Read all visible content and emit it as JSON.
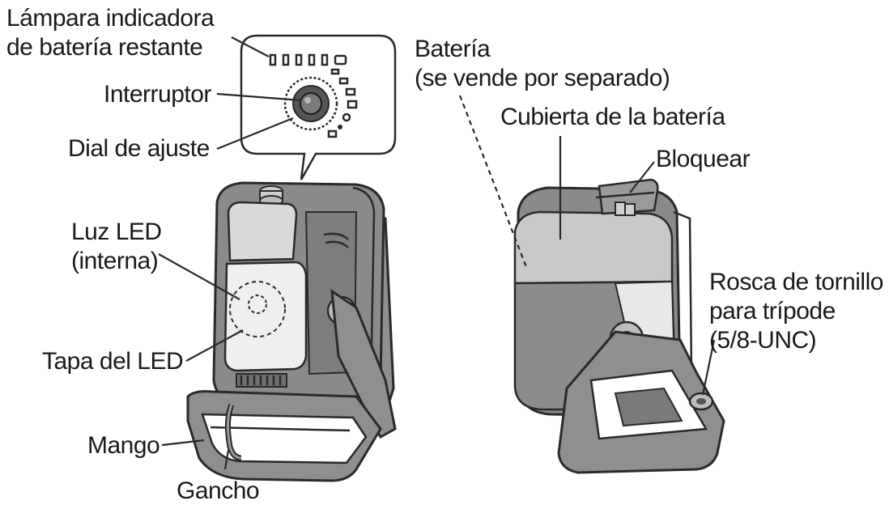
{
  "labels": {
    "battery_indicator_1": "Lámpara indicadora",
    "battery_indicator_2": "de batería restante",
    "switch": "Interruptor",
    "dial": "Dial de ajuste",
    "led_1": "Luz LED",
    "led_2": "(interna)",
    "led_cover": "Tapa del LED",
    "handle": "Mango",
    "hook": "Gancho",
    "battery_1": "Batería",
    "battery_2": "(se vende por separado)",
    "battery_cover": "Cubierta de la batería",
    "lock": "Bloquear",
    "tripod_1": "Rosca de tornillo",
    "tripod_2": "para trípode",
    "tripod_3": "(5/8-UNC)"
  }
}
